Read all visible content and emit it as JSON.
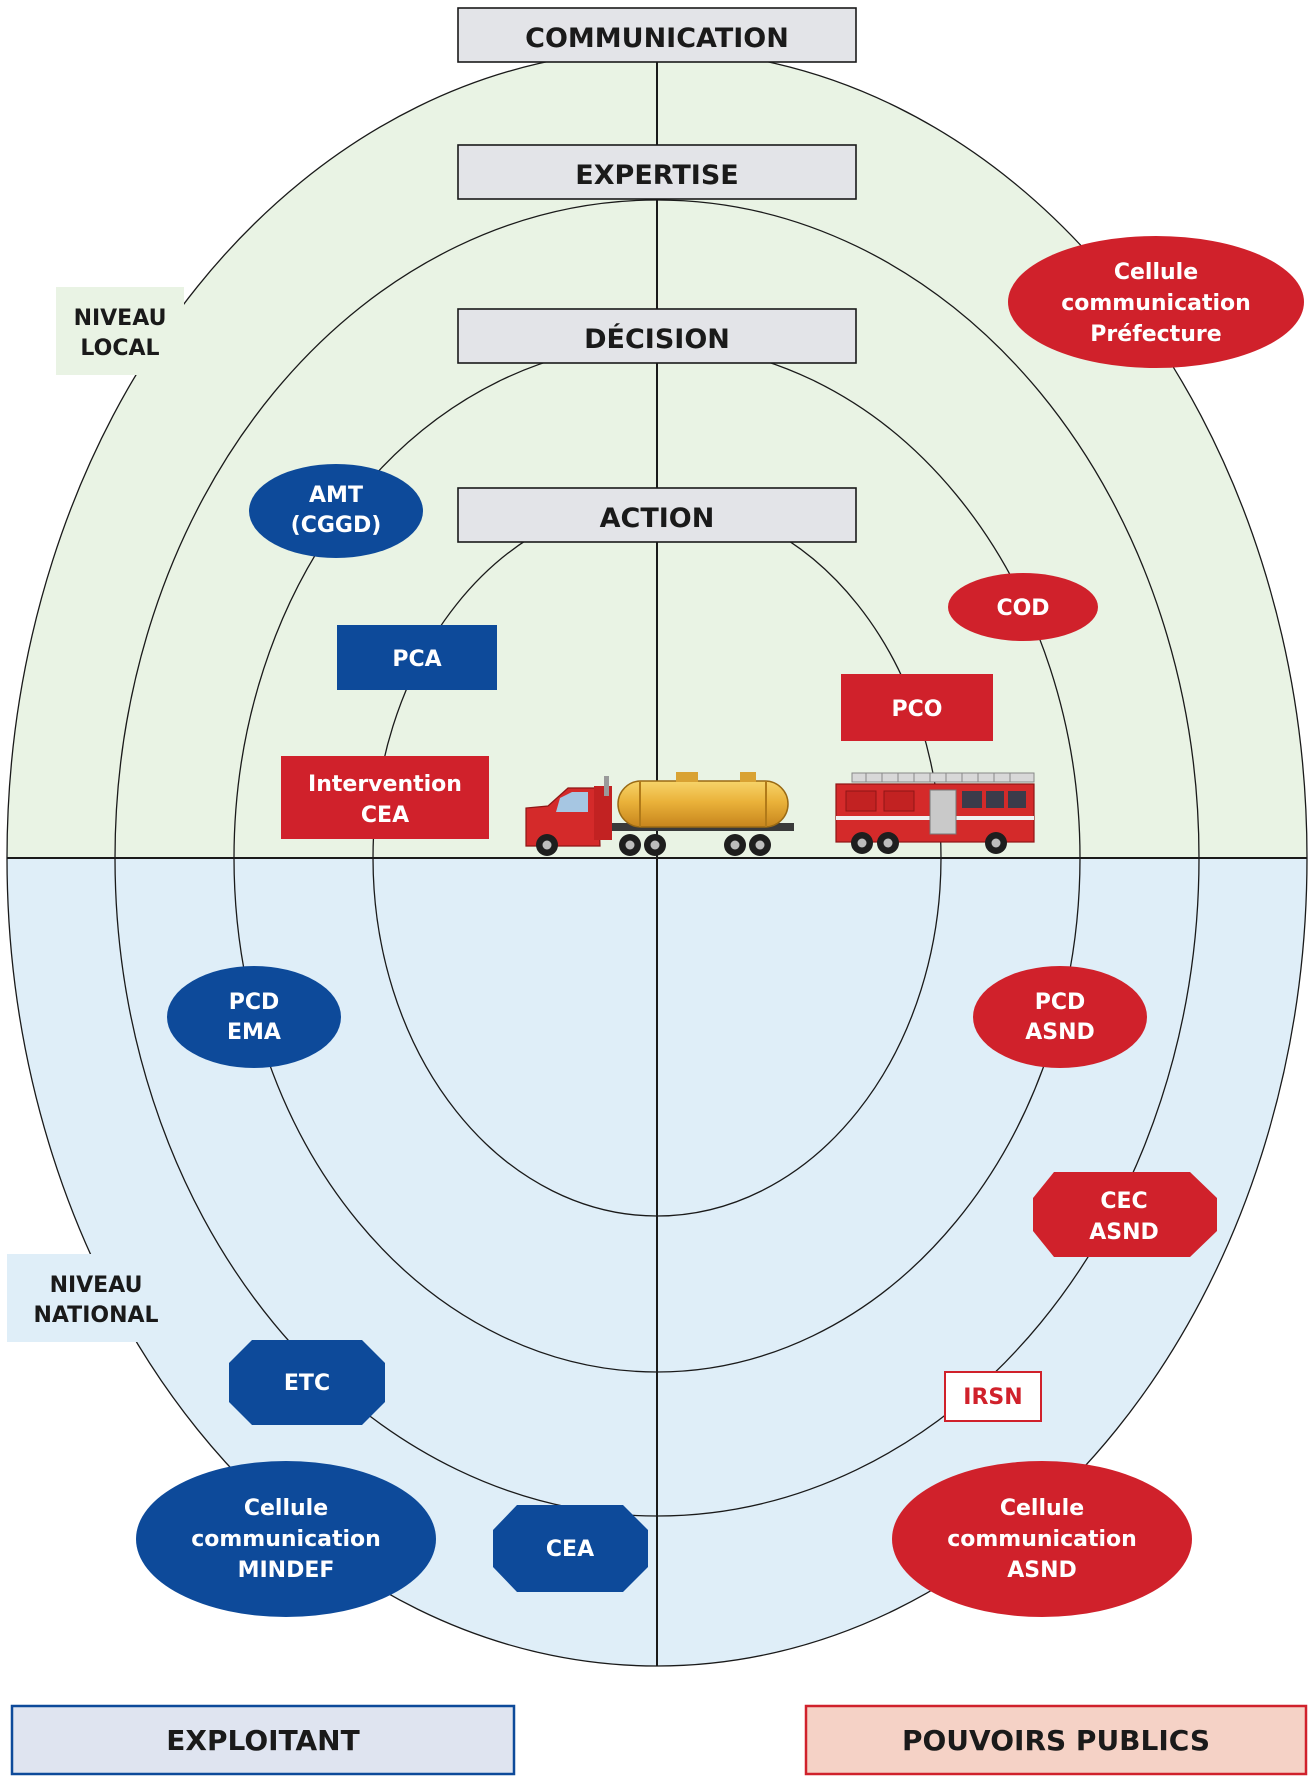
{
  "levels": {
    "communication": "COMMUNICATION",
    "expertise": "EXPERTISE",
    "decision": "DÉCISION",
    "action": "ACTION"
  },
  "zones": {
    "local": [
      "NIVEAU",
      "LOCAL"
    ],
    "national": [
      "NIVEAU",
      "NATIONAL"
    ]
  },
  "exploitant": {
    "amt": [
      "AMT",
      "(CGGD)"
    ],
    "pca": "PCA",
    "intervention": [
      "Intervention",
      "CEA"
    ],
    "pcd_ema": [
      "PCD",
      "EMA"
    ],
    "etc": "ETC",
    "cea": "CEA",
    "cellule_mindef": [
      "Cellule",
      "communication",
      "MINDEF"
    ]
  },
  "pouvoirs_publics": {
    "cellule_prefecture": [
      "Cellule",
      "communication",
      "Préfecture"
    ],
    "cod": "COD",
    "pco": "PCO",
    "pcd_asnd": [
      "PCD",
      "ASND"
    ],
    "cec_asnd": [
      "CEC",
      "ASND"
    ],
    "irsn": "IRSN",
    "cellule_asnd": [
      "Cellule",
      "communication",
      "ASND"
    ]
  },
  "legend": {
    "exploitant": "EXPLOITANT",
    "pouvoirs_publics": "POUVOIRS PUBLICS"
  },
  "icons": [
    "tanker-truck-icon",
    "fire-truck-icon"
  ],
  "colors": {
    "exploitant_blue": "#0d4a9a",
    "pouvoirs_red": "#d0212b",
    "local_zone": "#e9f3e4",
    "national_zone": "#dfeef8",
    "level_box": "#e3e4e8",
    "legend_exploitant_bg": "#dfe4f0",
    "legend_pouvoirs_bg": "#f5d2c6"
  }
}
